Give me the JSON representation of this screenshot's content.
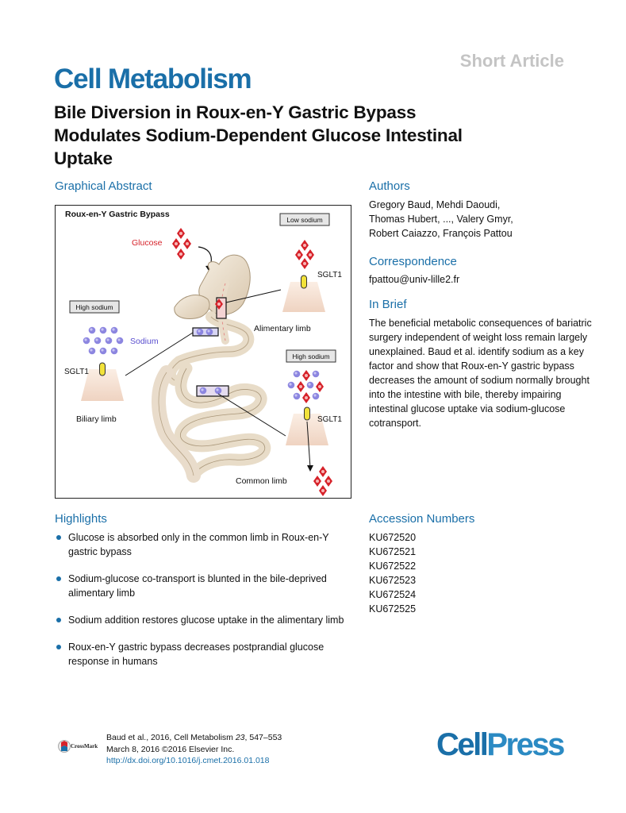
{
  "header": {
    "journal": "Cell Metabolism",
    "article_type": "Short Article",
    "title_lines": [
      "Bile Diversion in Roux-en-Y Gastric Bypass",
      "Modulates Sodium-Dependent Glucose Intestinal",
      "Uptake"
    ]
  },
  "graphical_abstract": {
    "heading": "Graphical Abstract",
    "figure": {
      "panel_title": "Roux-en-Y Gastric Bypass",
      "low_sodium": "Low sodium",
      "high_sodium_left": "High sodium",
      "high_sodium_right": "High sodium",
      "glucose": "Glucose",
      "sodium": "Sodium",
      "sglt1_top": "SGLT1",
      "sglt1_left": "SGLT1",
      "sglt1_bottom": "SGLT1",
      "alimentary_limb": "Alimentary limb",
      "biliary_limb": "Biliary limb",
      "common_limb": "Common limb",
      "colors": {
        "glucose": "#d6222a",
        "sodium": "#7a6fd6",
        "transporter": "#f2e23a",
        "cell": "#f6e2d4"
      }
    }
  },
  "authors": {
    "heading": "Authors",
    "lines": [
      "Gregory Baud, Mehdi Daoudi,",
      "Thomas Hubert, ..., Valery Gmyr,",
      "Robert Caiazzo, François Pattou"
    ]
  },
  "correspondence": {
    "heading": "Correspondence",
    "email": "fpattou@univ-lille2.fr"
  },
  "in_brief": {
    "heading": "In Brief",
    "text": "The beneficial metabolic consequences of bariatric surgery independent of weight loss remain largely unexplained. Baud et al. identify sodium as a key factor and show that Roux-en-Y gastric bypass decreases the amount of sodium normally brought into the intestine with bile, thereby impairing intestinal glucose uptake via sodium-glucose cotransport."
  },
  "highlights": {
    "heading": "Highlights",
    "items": [
      "Glucose is absorbed only in the common limb in Roux-en-Y gastric bypass",
      "Sodium-glucose co-transport is blunted in the bile-deprived alimentary limb",
      "Sodium addition restores glucose uptake in the alimentary limb",
      "Roux-en-Y gastric bypass decreases postprandial glucose response in humans"
    ]
  },
  "accession": {
    "heading": "Accession Numbers",
    "items": [
      "KU672520",
      "KU672521",
      "KU672522",
      "KU672523",
      "KU672524",
      "KU672525"
    ]
  },
  "footer": {
    "citation_prefix": "Baud et al., 2016, Cell Metabolism ",
    "volume": "23",
    "pages": ", 547–553",
    "date": "March 8, 2016 ©2016 Elsevier Inc.",
    "doi": "http://dx.doi.org/10.1016/j.cmet.2016.01.018",
    "crossmark": "CrossMark",
    "publisher_cell": "Cell",
    "publisher_press": "Press"
  }
}
